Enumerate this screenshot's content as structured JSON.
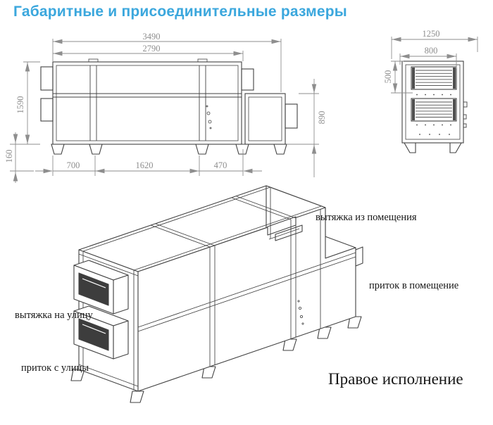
{
  "title": "Габаритные и присоединительные размеры",
  "colors": {
    "accent": "#3ba7dd",
    "drawing_line": "#424242",
    "dimension": "#8e8e8e",
    "label_text": "#161616"
  },
  "dims": {
    "front_total_width": "3490",
    "front_body_width": "2790",
    "front_body_height": "1590",
    "front_leg_height": "160",
    "front_span_left": "700",
    "front_span_mid": "1620",
    "front_span_right": "470",
    "front_right_section_height": "890",
    "side_total_depth": "1250",
    "side_opening_width": "800",
    "side_upper_section_height": "500"
  },
  "labels": {
    "exhaust_from_room": "вытяжка из помещения",
    "supply_to_room": "приток в помещение",
    "exhaust_to_outside": "вытяжка на улицу",
    "intake_from_outside": "приток с улицы",
    "variant": "Правое исполнение"
  }
}
